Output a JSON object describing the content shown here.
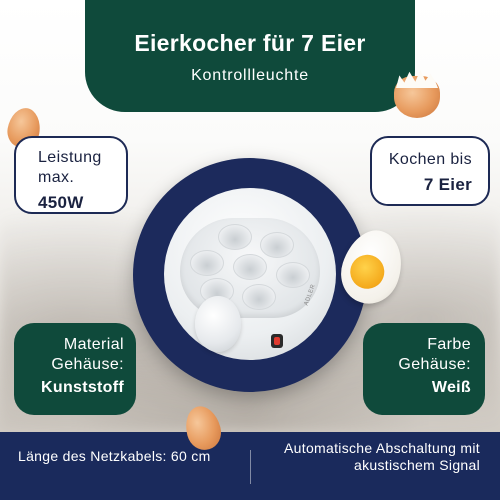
{
  "banner": {
    "title": "Eierkocher für 7 Eier",
    "subtitle": "Kontrollleuchte"
  },
  "features": {
    "power": {
      "label": "Leistung max.",
      "value": "450W"
    },
    "capacity": {
      "label": "Kochen bis",
      "value": "7 Eier"
    },
    "material": {
      "label": "Material Gehäuse:",
      "value": "Kunststoff"
    },
    "color": {
      "label": "Farbe Gehäuse:",
      "value": "Weiß"
    }
  },
  "footer": {
    "cable": "Länge des Netzkabels: 60 cm",
    "shutoff": "Automatische Abschaltung mit akustischem Signal"
  },
  "colors": {
    "primary_green": "#0f4a3b",
    "navy": "#1a2a5c",
    "card_border": "#1d2a55",
    "switch_red": "#e03a2f"
  },
  "icons": [
    "egg-icon",
    "cracked-egg-icon",
    "boiled-egg-icon"
  ]
}
